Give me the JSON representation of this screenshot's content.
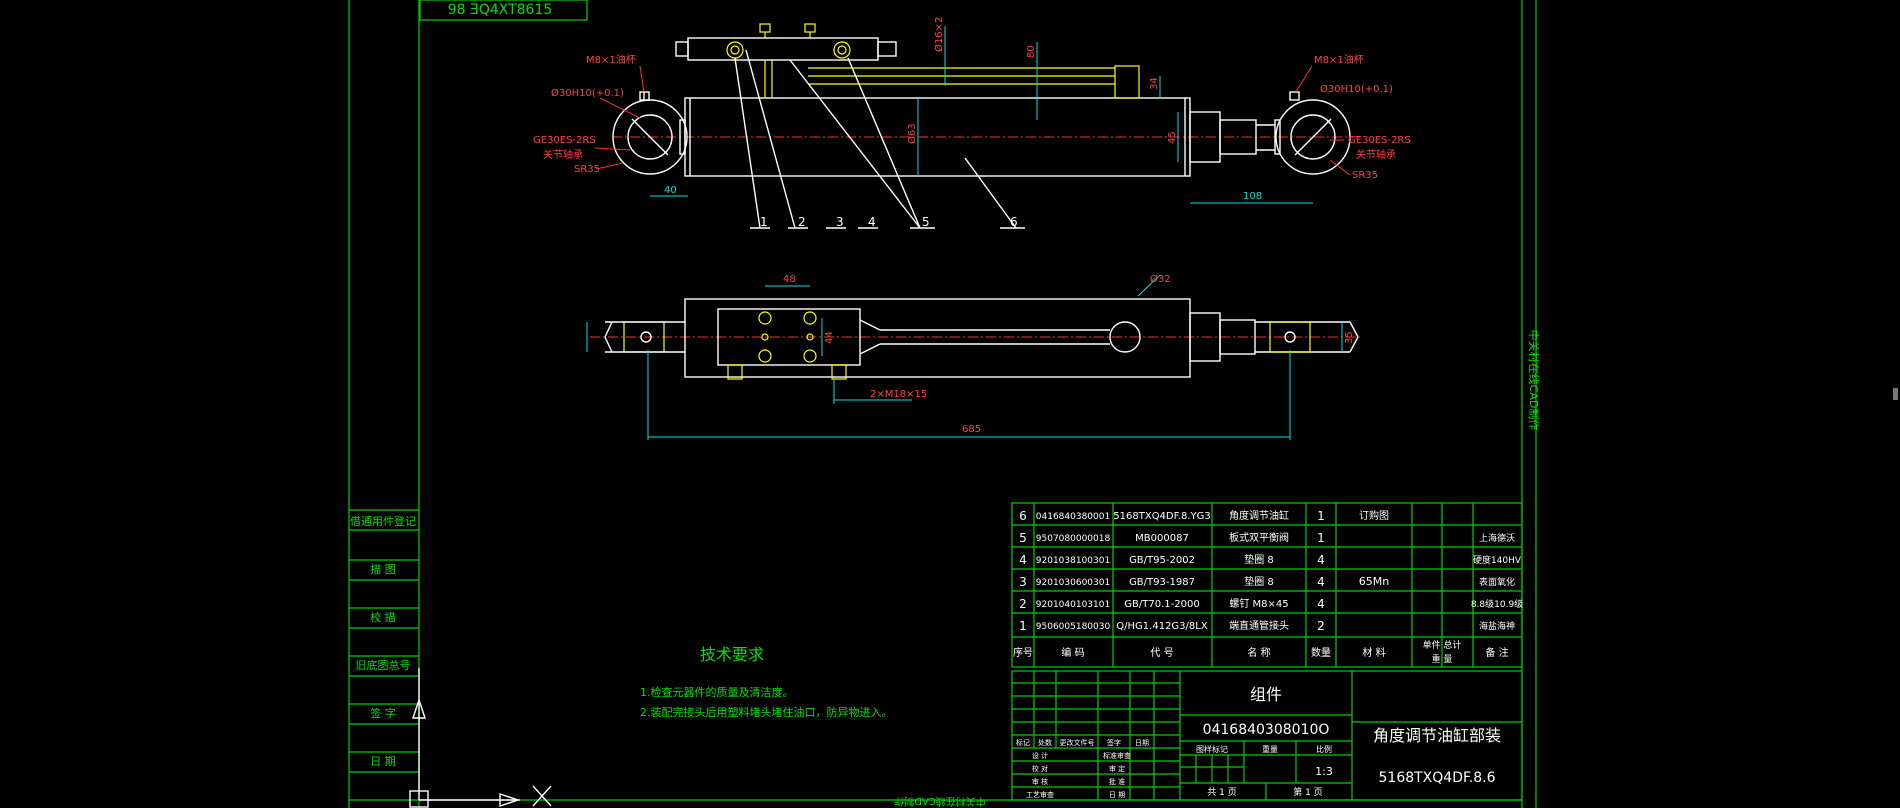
{
  "drawing": {
    "rotated_tag_top": "98 ƎQ4XT8615",
    "side_strip_text": "中关村在线CAD制作",
    "bottom_rotated_text": "中关村在线CAD制作",
    "balloons": [
      "1",
      "2",
      "3",
      "4",
      "5",
      "6"
    ],
    "callouts": {
      "m8_left": "M8×1油杯",
      "m8_right": "M8×1油杯",
      "bore_left": "Ø30H10(+0.1)",
      "bore_right": "Ø30H10(+0.1)",
      "bearing_left": "GE30ES-2RS",
      "bearing_left_note": "关节轴承",
      "bearing_right": "GE30ES-2RS",
      "bearing_right_note": "关节轴承",
      "sr_left": "SR35",
      "sr_right": "SR35",
      "dim_40": "40",
      "dim_108": "108",
      "dim_pipe": "Ø16×2",
      "dim_80": "80",
      "dim_34": "34",
      "dim_63": "Ø63",
      "dim_45": "45",
      "dim_48": "48",
      "dim_32": "Ø32",
      "dim_44": "44",
      "dim_35": "35",
      "dim_bolts": "2×M18×15",
      "dim_685": "685"
    }
  },
  "left_column": {
    "items": [
      "借通用件登记",
      "描 图",
      "校 描",
      "旧底图总号",
      "签 字",
      "日 期"
    ]
  },
  "parts_list": {
    "rows": [
      {
        "no": "6",
        "code": "0416840380001",
        "drawing": "5168TXQ4DF.8.YG3",
        "name": "角度调节油缸",
        "qty": "1",
        "material": "订购图",
        "weight": "",
        "note": ""
      },
      {
        "no": "5",
        "code": "9507080000018",
        "drawing": "MB000087",
        "name": "板式双平衡阀",
        "qty": "1",
        "material": "",
        "weight": "",
        "note": "上海德沃"
      },
      {
        "no": "4",
        "code": "9201038100301",
        "drawing": "GB/T95-2002",
        "name": "垫圈 8",
        "qty": "4",
        "material": "",
        "weight": "",
        "note": "硬度140HV"
      },
      {
        "no": "3",
        "code": "9201030600301",
        "drawing": "GB/T93-1987",
        "name": "垫圈 8",
        "qty": "4",
        "material": "65Mn",
        "weight": "",
        "note": "表面氧化"
      },
      {
        "no": "2",
        "code": "9201040103101",
        "drawing": "GB/T70.1-2000",
        "name": "螺钉 M8×45",
        "qty": "4",
        "material": "",
        "weight": "",
        "note": "8.8级10.9级"
      },
      {
        "no": "1",
        "code": "9506005180030",
        "drawing": "Q/HG1.412G3/8LX",
        "name": "端直通管接头",
        "qty": "2",
        "material": "",
        "weight": "",
        "note": "海盐海神"
      }
    ],
    "headers": {
      "no": "序号",
      "code": "编 码",
      "drawing": "代 号",
      "name": "名 称",
      "qty": "数量",
      "material": "材 料",
      "weight_top": "单件 总计",
      "weight_bottom": "重 量",
      "note": "备 注"
    }
  },
  "tech_req": {
    "title": "技术要求",
    "lines": [
      "1.检查元器件的质量及清洁度。",
      "2.装配完接头后用塑料堵头堵住油口，防异物进入。"
    ]
  },
  "title_block": {
    "group_label": "组件",
    "code": "0416840308010O",
    "title": "角度调节油缸部装",
    "drawing_no": "5168TXQ4DF.8.6",
    "scale": "1:3",
    "row_labels": [
      "标记",
      "处数",
      "更改文件号",
      "签字",
      "日期"
    ],
    "left_labels": [
      "设 计",
      "校 对",
      "审 核",
      "工艺审查"
    ],
    "mid_labels": [
      "标准审查",
      "审 定",
      "批 准",
      "日 期"
    ],
    "stage_label": "图样标记",
    "weight_label": "重量",
    "scale_label": "比例",
    "sheet_total": "共 1 页",
    "sheet_no": "第 1 页"
  }
}
